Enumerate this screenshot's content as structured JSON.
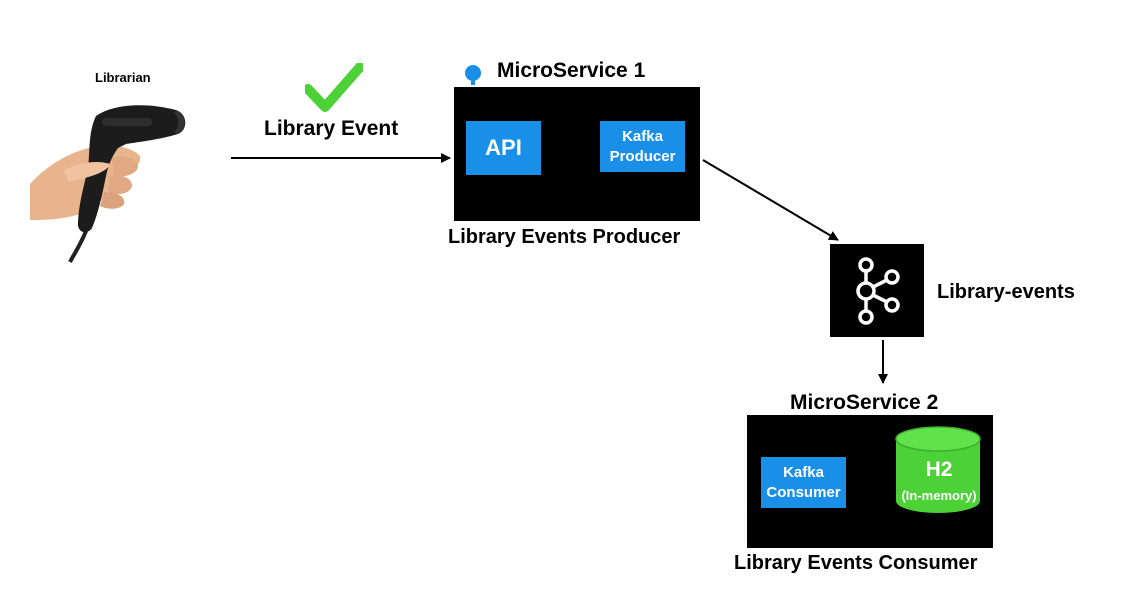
{
  "actor": {
    "label": "Librarian"
  },
  "event": {
    "label": "Library Event",
    "check_color": "#4cd137"
  },
  "producer": {
    "service_title": "MicroService 1",
    "api_label": "API",
    "kafka_label_line1": "Kafka",
    "kafka_label_line2": "Producer",
    "caption": "Library Events Producer",
    "pin_color": "#1a8fe8"
  },
  "topic": {
    "label": "Library-events",
    "icon": "kafka-logo-icon"
  },
  "consumer": {
    "service_title": "MicroService 2",
    "kafka_label_line1": "Kafka",
    "kafka_label_line2": "Consumer",
    "db_title": "H2",
    "db_subtitle": "(In-memory)",
    "db_color": "#4cd137",
    "caption": "Library Events Consumer"
  },
  "colors": {
    "accent_blue": "#1a8fe8",
    "box_black": "#000000",
    "db_green": "#4cd137"
  }
}
